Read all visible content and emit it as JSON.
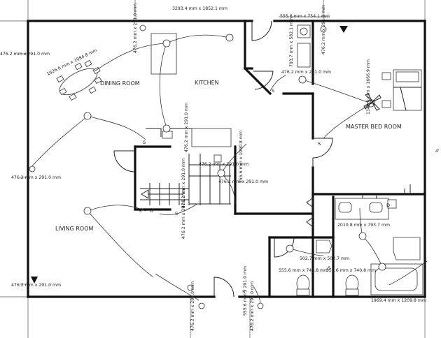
{
  "rooms": {
    "dining": "DINING ROOM",
    "kitchen": "KITCHEN",
    "master": "MASTER BED ROOM",
    "living": "LIVING ROOM"
  },
  "dims": {
    "overall": "3293.4 mm x 1852.1 mm",
    "top_a": "476.2 mm x 291.0 mm",
    "top_b": "555.6 mm x 754.1 mm",
    "top_c": "476.2 mm x 291.0 mm",
    "left_top": "476.2 mm x 291.0 mm",
    "left_mid": "476.2 mm x 291.0 mm",
    "left_bot": "476.2 mm x 291.0 mm",
    "table": "1626.6 mm x 1084.8 mm",
    "pantry_v": "793.7 mm x 582.1 mm",
    "pantry_h": "476.2 mm x 291.0 mm",
    "bed": "1349.0 mm x 1666.9 mm",
    "kitchen_v": "476.2 mm x 291.0 mm",
    "stair_h": "476.2 mm x 291.0 mm",
    "stair_v": "555.6 mm x 1090.8 mm",
    "stair_c": "476.2 mm x 291.0 mm",
    "landing_v": "476.2 mm x 291.0 mm",
    "living_v": "476.2 mm x 291.0 mm",
    "bath1": "2010.8 mm x 793.7 mm",
    "shower": "502.7 mm x 502.7 mm",
    "wc1": "555.6 mm x 740.8 mm",
    "wc2": "555.6 mm x 740.8 mm",
    "tub": "1969.4 mm x 1209.8 mm",
    "bottom_a": "476.2 mm x 291.0 mm",
    "bottom_b": "476.2 mm x 291.0 mm",
    "bottom_c": "555.6 mm x 291.0 mm"
  },
  "switch_label": "S",
  "duplex_label": "D",
  "right_edge_mark": "4'",
  "colors": {
    "wall": "#111111",
    "background": "#ffffff"
  }
}
